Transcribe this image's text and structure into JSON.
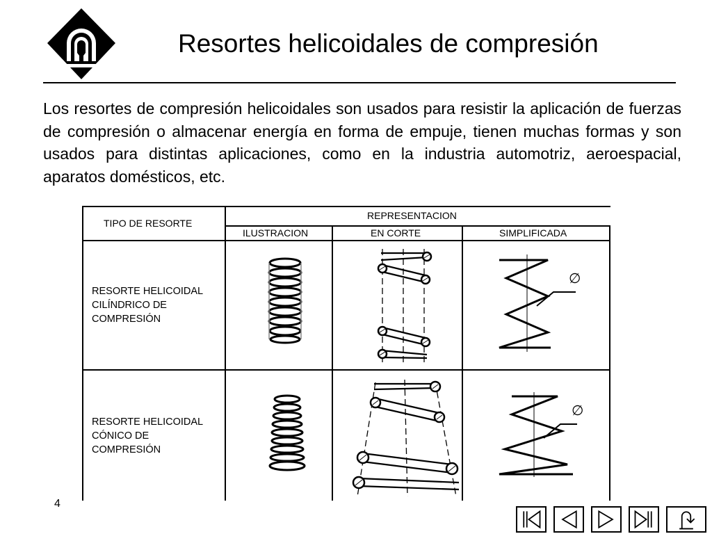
{
  "slide": {
    "title": "Resortes helicoidales de compresión",
    "paragraph": "Los resortes de compresión helicoidales son usados para resistir la aplicación de fuerzas de compresión o almacenar energía en forma de empuje, tienen muchas formas y son usados para distintas aplicaciones, como en la industria automotriz, aeroespacial, aparatos domésticos, etc.",
    "page_number": "4"
  },
  "table": {
    "col_tipo": "TIPO DE RESORTE",
    "col_representacion": "REPRESENTACION",
    "sub_ilustracion": "ILUSTRACION",
    "sub_corte": "EN CORTE",
    "sub_simplificada": "SIMPLIFICADA",
    "rows": [
      {
        "line1": "RESORTE HELICOIDAL",
        "line2": "CILÍNDRICO DE",
        "line3": "COMPRESIÓN",
        "diameter_symbol": "∅"
      },
      {
        "line1": "RESORTE HELICOIDAL",
        "line2": "CÓNICO DE",
        "line3": "COMPRESIÓN",
        "diameter_symbol": "∅"
      }
    ]
  },
  "icons": {
    "logo": "university-shield-logo",
    "nav": [
      "first-slide-icon",
      "previous-slide-icon",
      "next-slide-icon",
      "last-slide-icon",
      "return-icon"
    ]
  }
}
